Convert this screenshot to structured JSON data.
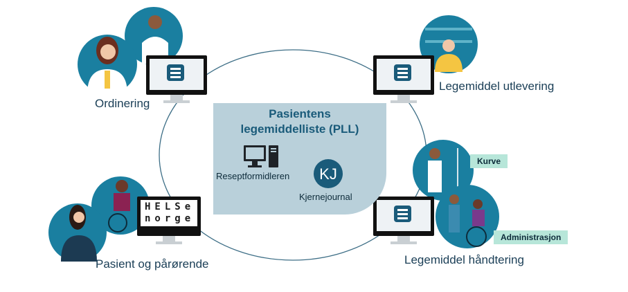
{
  "center": {
    "title_line1": "Pasientens",
    "title_line2": "legemiddelliste (PLL)",
    "reseptformidleren_label": "Reseptformidleren",
    "kjernejournal_label": "Kjernejournal",
    "kj_logo_text": "KJ"
  },
  "nodes": {
    "ordinering": "Ordinering",
    "utlevering": "Legemiddel utlevering",
    "handtering": "Legemiddel håndtering",
    "pasient": "Pasient og pårørende"
  },
  "tags": {
    "kurve": "Kurve",
    "administrasjon": "Administrasjon"
  },
  "helsenorge": {
    "line1": "HELSe",
    "line2": "norge"
  },
  "colors": {
    "accent": "#1a5b7a",
    "circle_bg": "#1a7fa0",
    "tag_bg": "#b7e6d9",
    "center_bg": "#b9d0da"
  }
}
